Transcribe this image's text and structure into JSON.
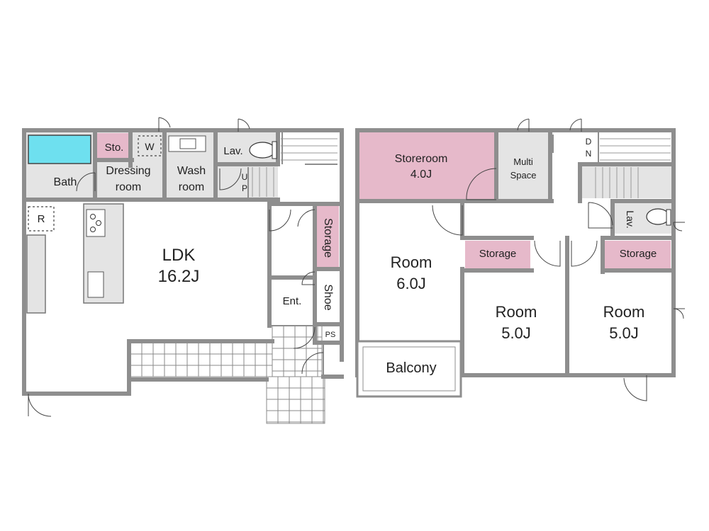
{
  "floor1": {
    "sto": "Sto.",
    "w": "W",
    "bath": "Bath",
    "dressing": [
      "Dressing",
      "room"
    ],
    "wash": [
      "Wash",
      "room"
    ],
    "lav": "Lav.",
    "up": [
      "U",
      "P"
    ],
    "r": "R",
    "ldk": [
      "LDK",
      "16.2J"
    ],
    "storage": "Storage",
    "shoe": "Shoe",
    "ent": "Ent.",
    "ps": "PS"
  },
  "floor2": {
    "storeroom": [
      "Storeroom",
      "4.0J"
    ],
    "multi": [
      "Multi",
      "Space"
    ],
    "dn": [
      "D",
      "N"
    ],
    "lav": "Lav.",
    "room1": [
      "Room",
      "6.0J"
    ],
    "storage1": "Storage",
    "storage2": "Storage",
    "room2": [
      "Room",
      "5.0J"
    ],
    "room3": [
      "Room",
      "5.0J"
    ],
    "balcony": "Balcony"
  },
  "colors": {
    "wall": "#8e8e8e",
    "storage_pink": "#e6b9ca",
    "bath_tub": "#6ee0ef",
    "floor_grey": "#e4e4e4"
  }
}
